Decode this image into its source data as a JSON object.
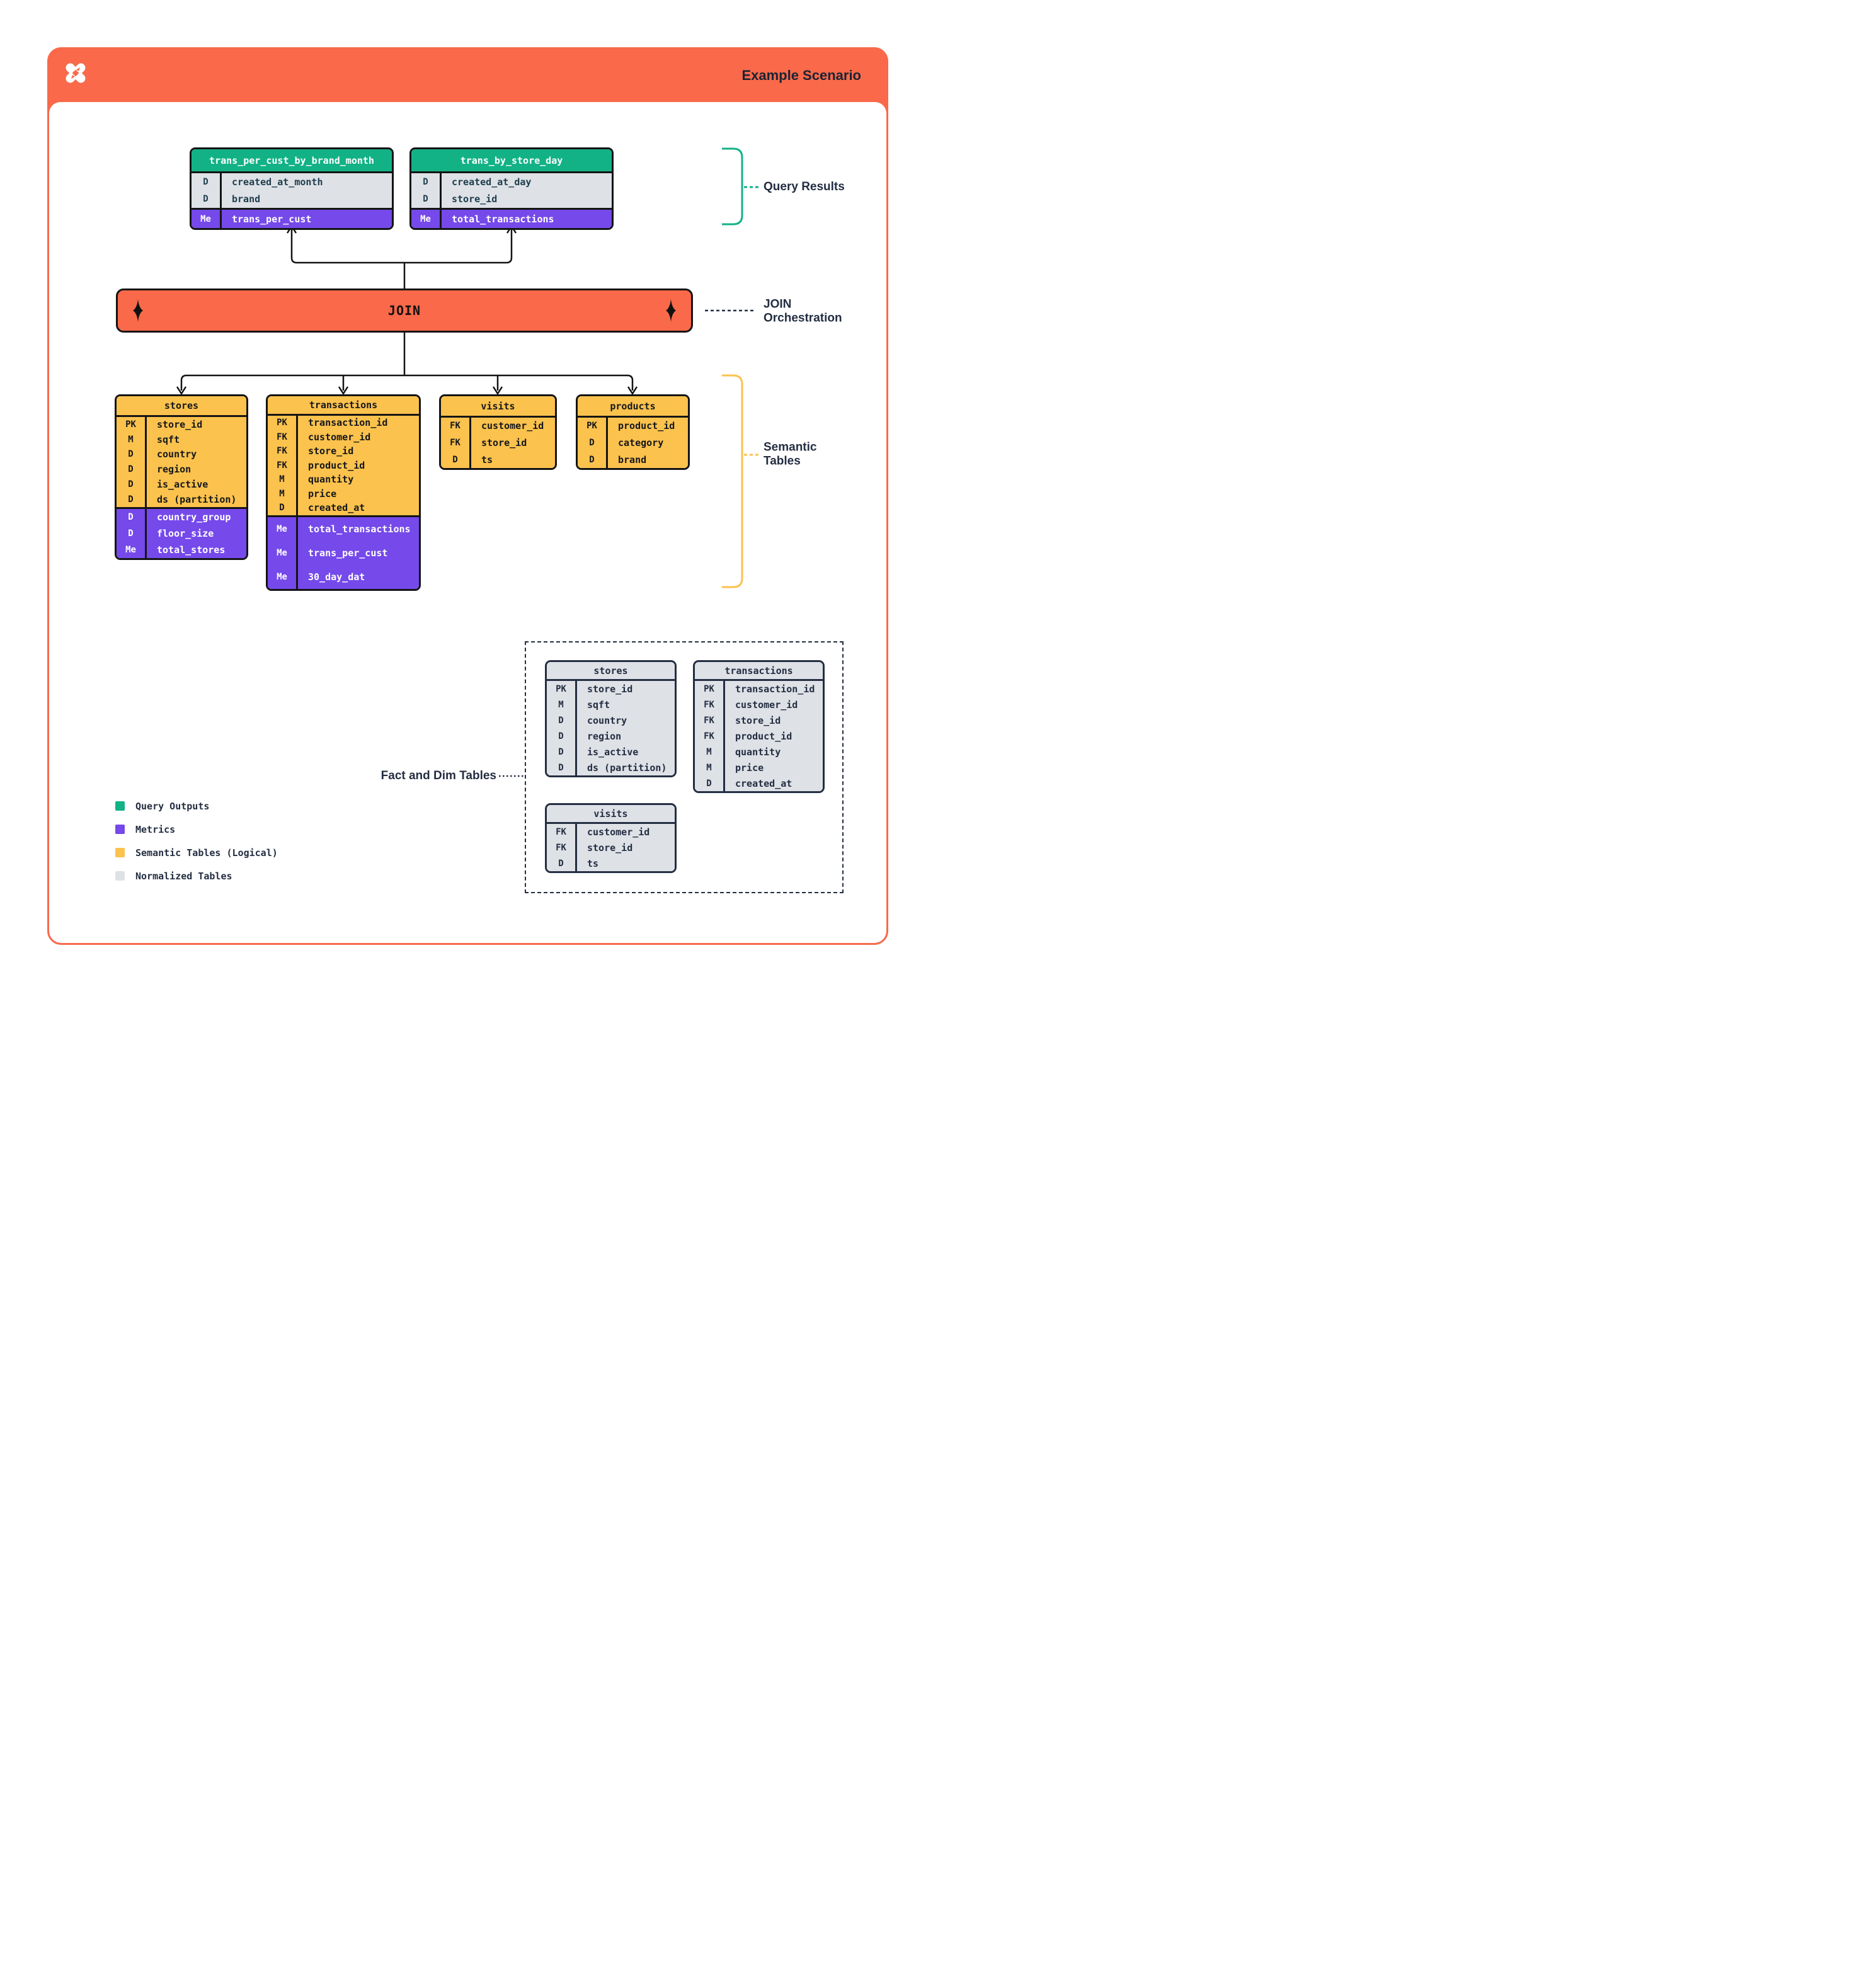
{
  "colors": {
    "orange": "#F9694A",
    "green": "#12B286",
    "purple": "#7549EA",
    "yellow": "#FBC24D",
    "gray": "#DEE1E6",
    "navy": "#242E42",
    "ink": "#141414",
    "teal_text": "#1E3D4D",
    "title_ink": "#1B2334"
  },
  "header": {
    "title": "Example Scenario",
    "logo": "pinwheel-x-icon"
  },
  "join": {
    "label": "JOIN"
  },
  "annotations": {
    "query_results": {
      "label": "Query Results"
    },
    "join_orchestration": {
      "label_lines": [
        "JOIN",
        "Orchestration"
      ]
    },
    "semantic_tables": {
      "label_lines": [
        "Semantic",
        "Tables"
      ]
    },
    "fact_dim": {
      "label": "Fact and Dim Tables"
    }
  },
  "query_tables": [
    {
      "id": "qt1",
      "name": "trans_per_cust_by_brand_month",
      "columns": [
        {
          "key": "D",
          "name": "created_at_month"
        },
        {
          "key": "D",
          "name": "brand"
        }
      ],
      "metrics": [
        {
          "key": "Me",
          "name": "trans_per_cust"
        }
      ]
    },
    {
      "id": "qt2",
      "name": "trans_by_store_day",
      "columns": [
        {
          "key": "D",
          "name": "created_at_day"
        },
        {
          "key": "D",
          "name": "store_id"
        }
      ],
      "metrics": [
        {
          "key": "Me",
          "name": "total_transactions"
        }
      ]
    }
  ],
  "semantic_tables": [
    {
      "id": "st_stores",
      "name": "stores",
      "columns": [
        {
          "key": "PK",
          "name": "store_id"
        },
        {
          "key": "M",
          "name": "sqft"
        },
        {
          "key": "D",
          "name": "country"
        },
        {
          "key": "D",
          "name": "region"
        },
        {
          "key": "D",
          "name": "is_active"
        },
        {
          "key": "D",
          "name": "ds (partition)"
        }
      ],
      "metrics": [
        {
          "key": "D",
          "name": "country_group"
        },
        {
          "key": "D",
          "name": "floor_size"
        },
        {
          "key": "Me",
          "name": "total_stores"
        }
      ]
    },
    {
      "id": "st_transactions",
      "name": "transactions",
      "columns": [
        {
          "key": "PK",
          "name": "transaction_id"
        },
        {
          "key": "FK",
          "name": "customer_id"
        },
        {
          "key": "FK",
          "name": "store_id"
        },
        {
          "key": "FK",
          "name": "product_id"
        },
        {
          "key": "M",
          "name": "quantity"
        },
        {
          "key": "M",
          "name": "price"
        },
        {
          "key": "D",
          "name": "created_at"
        }
      ],
      "metrics": [
        {
          "key": "Me",
          "name": "total_transactions"
        },
        {
          "key": "Me",
          "name": "trans_per_cust"
        },
        {
          "key": "Me",
          "name": "30_day_dat"
        }
      ]
    },
    {
      "id": "st_visits",
      "name": "visits",
      "columns": [
        {
          "key": "FK",
          "name": "customer_id"
        },
        {
          "key": "FK",
          "name": "store_id"
        },
        {
          "key": "D",
          "name": "ts"
        }
      ],
      "metrics": []
    },
    {
      "id": "st_products",
      "name": "products",
      "columns": [
        {
          "key": "PK",
          "name": "product_id"
        },
        {
          "key": "D",
          "name": "category"
        },
        {
          "key": "D",
          "name": "brand"
        }
      ],
      "metrics": []
    }
  ],
  "normalized_tables": [
    {
      "id": "n_stores",
      "name": "stores",
      "columns": [
        {
          "key": "PK",
          "name": "store_id"
        },
        {
          "key": "M",
          "name": "sqft"
        },
        {
          "key": "D",
          "name": "country"
        },
        {
          "key": "D",
          "name": "region"
        },
        {
          "key": "D",
          "name": "is_active"
        },
        {
          "key": "D",
          "name": "ds (partition)"
        }
      ],
      "metrics": []
    },
    {
      "id": "n_transactions",
      "name": "transactions",
      "columns": [
        {
          "key": "PK",
          "name": "transaction_id"
        },
        {
          "key": "FK",
          "name": "customer_id"
        },
        {
          "key": "FK",
          "name": "store_id"
        },
        {
          "key": "FK",
          "name": "product_id"
        },
        {
          "key": "M",
          "name": "quantity"
        },
        {
          "key": "M",
          "name": "price"
        },
        {
          "key": "D",
          "name": "created_at"
        }
      ],
      "metrics": []
    },
    {
      "id": "n_visits",
      "name": "visits",
      "columns": [
        {
          "key": "FK",
          "name": "customer_id"
        },
        {
          "key": "FK",
          "name": "store_id"
        },
        {
          "key": "D",
          "name": "ts"
        }
      ],
      "metrics": []
    }
  ],
  "legend": {
    "items": [
      {
        "label": "Query Outputs",
        "color": "green"
      },
      {
        "label": "Metrics",
        "color": "purple"
      },
      {
        "label": "Semantic Tables (Logical)",
        "color": "yellow"
      },
      {
        "label": "Normalized Tables",
        "color": "gray"
      }
    ]
  }
}
